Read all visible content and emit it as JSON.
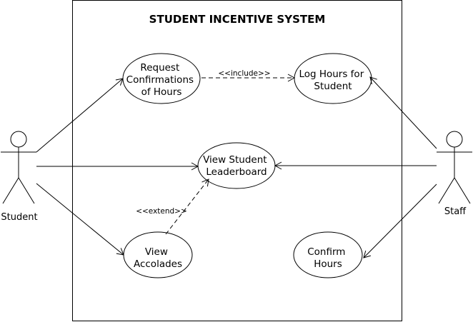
{
  "system": {
    "title": "STUDENT INCENTIVE SYSTEM"
  },
  "actors": {
    "student": "Student",
    "staff": "Staff"
  },
  "use_cases": {
    "request": [
      "Request",
      "Confirmations",
      "of Hours"
    ],
    "log": [
      "Log Hours for",
      "Student"
    ],
    "leaderboard": [
      "View Student",
      "Leaderboard"
    ],
    "accolades": [
      "View",
      "Accolades"
    ],
    "confirm": [
      "Confirm",
      "Hours"
    ]
  },
  "relations": {
    "include": "<<include>>",
    "extend": "<<extend>>"
  },
  "colors": {
    "line": "#000000",
    "background": "#ffffff"
  }
}
